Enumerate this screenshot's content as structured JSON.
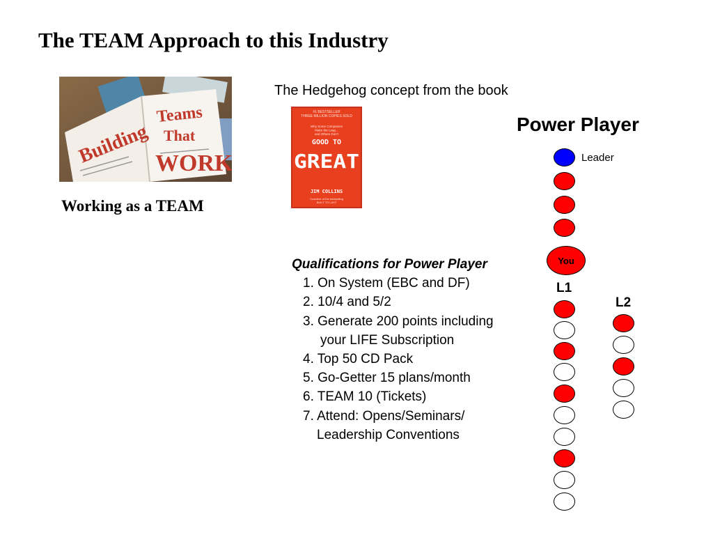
{
  "title": "The TEAM Approach to this Industry",
  "left": {
    "caption": "Working as a TEAM",
    "image": {
      "words": [
        "Building",
        "Teams",
        "That",
        "WORK"
      ]
    }
  },
  "book": {
    "heading": "The Hedgehog concept from the book",
    "cover": {
      "tagline": "#1 BESTSELLER\nTHREE MILLION COPIES SOLD",
      "subtitle": "Why Some Companies\nMake the Leap...\nand Others Don't",
      "title_line1": "GOOD TO",
      "title_line2": "GREAT",
      "author": "JIM COLLINS",
      "byline": "Coauthor of the bestselling\nBUILT TO LAST"
    }
  },
  "power_player": {
    "title": "Power Player",
    "leader_label": "Leader",
    "you_label": "You",
    "l1_label": "L1",
    "l2_label": "L2",
    "colors": {
      "red": "#ff0000",
      "blue": "#0000ff",
      "white": "#ffffff"
    }
  },
  "qualifications": {
    "heading": "Qualifications for Power Player",
    "items": [
      "1. On System (EBC and DF)",
      "2. 10/4 and 5/2",
      "3. Generate 200 points including",
      "your LIFE Subscription",
      "4. Top 50 CD Pack",
      "5. Go-Getter 15 plans/month",
      "6. TEAM 10 (Tickets)",
      "7. Attend: Opens/Seminars/",
      "Leadership Conventions"
    ]
  }
}
